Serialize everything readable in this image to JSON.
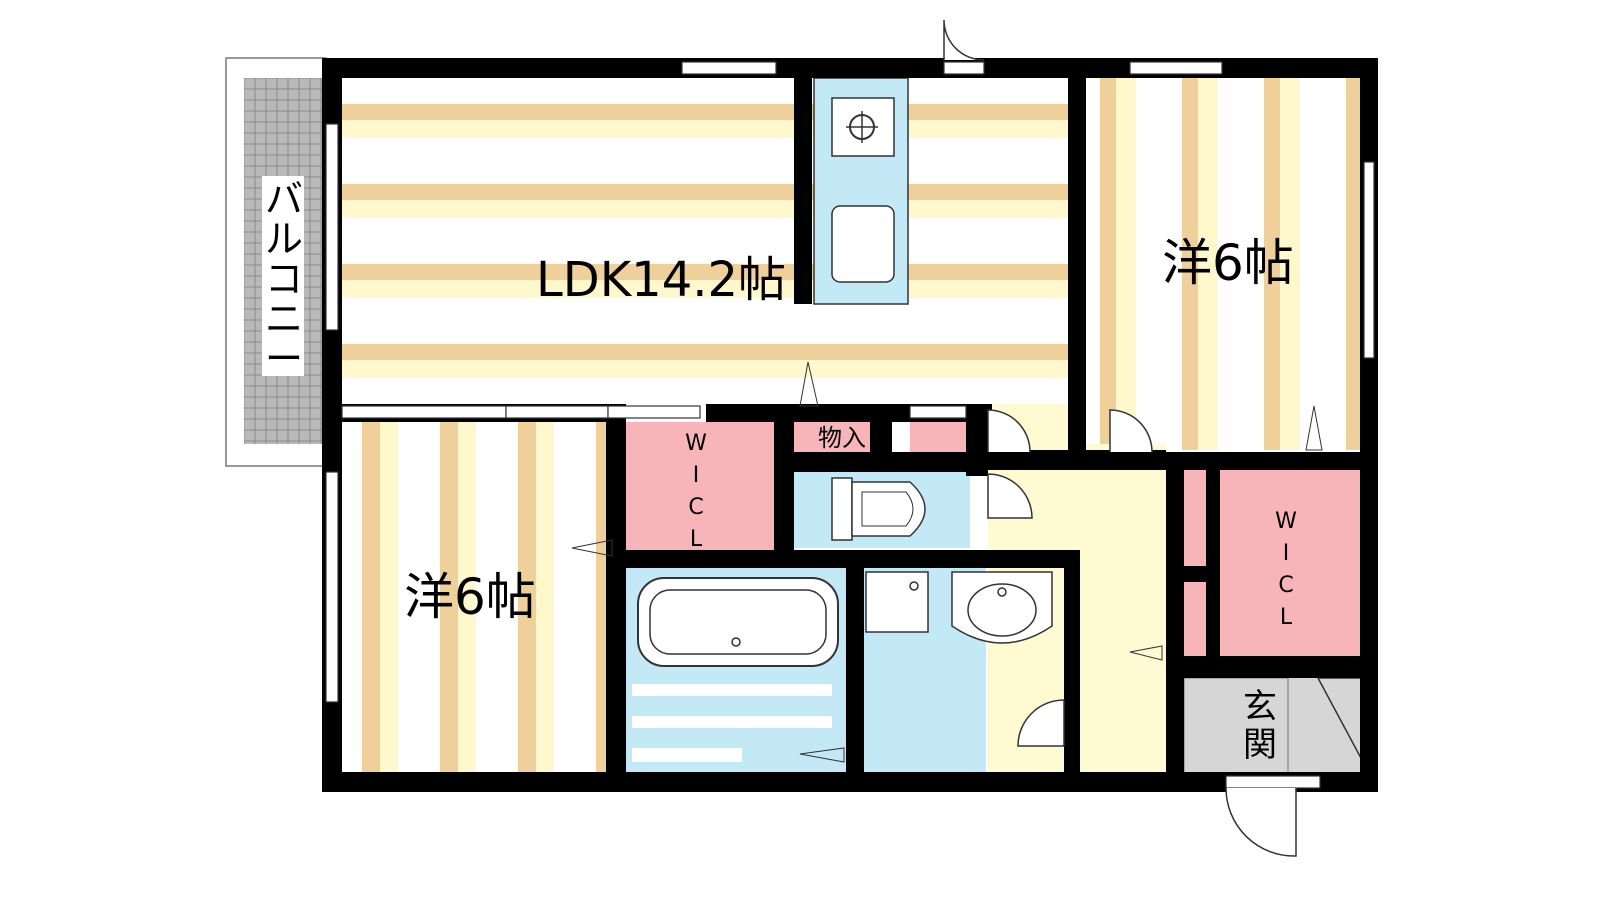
{
  "rooms": {
    "ldk": "LDK14.2帖",
    "western_right": "洋6帖",
    "western_left": "洋6帖",
    "storage": "物入",
    "wic_left": "W\nI\nC\nL",
    "wic_right": "W\nI\nC\nL",
    "entrance": "玄\n関",
    "balcony": "バ\nル\nコ\nニ\nー"
  },
  "colors": {
    "wall": "#000000",
    "floor_stripe_tan": "#f0d09a",
    "floor_stripe_cream": "#fff8cc",
    "wic_pink": "#f7b5b9",
    "wet_blue": "#c3e9f7",
    "hall_yellow": "#fffad2",
    "entrance_gray": "#d6d6d6",
    "balcony_gray": "#b9b9b9"
  },
  "icons": [
    "stove-icon",
    "sink-icon",
    "toilet-icon",
    "bathtub-icon",
    "washbasin-icon",
    "washer-icon",
    "door-swing-icon"
  ]
}
